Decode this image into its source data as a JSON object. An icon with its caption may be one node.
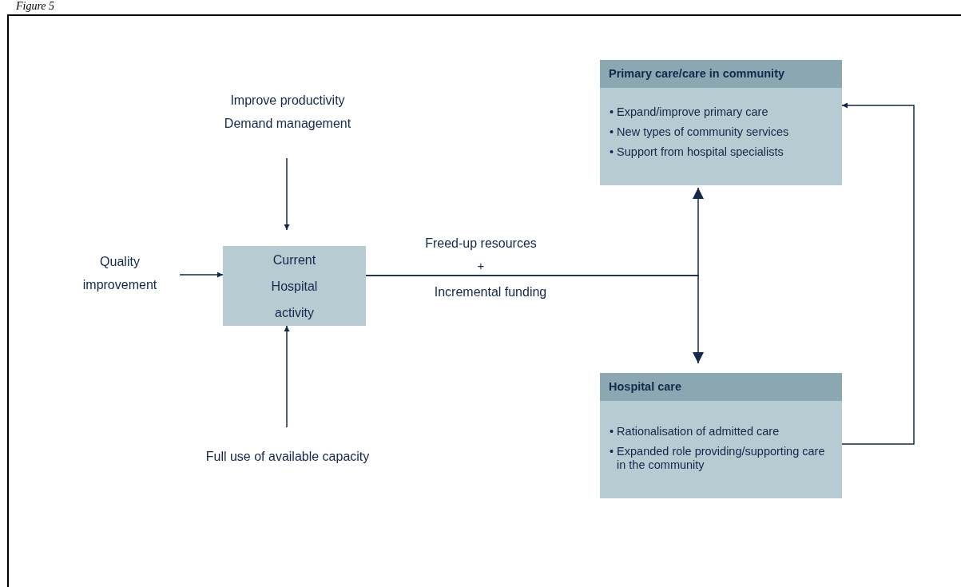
{
  "diagram": {
    "title": "Figure 5",
    "nodes": [
      {
        "text": [
          "Improve productivity",
          "Demand management"
        ]
      },
      {
        "text": [
          "Quality improvement"
        ]
      },
      {
        "text": [
          "Current Hospital activity"
        ]
      },
      {
        "text": [
          "Full use of available capacity"
        ]
      },
      {
        "text": [
          "Primary care/care in community",
          "• Expand/improve primary care",
          "• New types of community services",
          "• Support from hospital specialists"
        ]
      },
      {
        "text": [
          "Hospital care",
          "• Rationalisation of admitted care",
          "• Expanded role providing/supporting care in the community"
        ]
      }
    ],
    "edges": [
      {
        "from": 0,
        "to": 2,
        "arrow": "to"
      },
      {
        "from": 1,
        "to": 2,
        "arrow": "to"
      },
      {
        "from": 3,
        "to": 2,
        "arrow": "to"
      },
      {
        "from": 2,
        "to": 4,
        "arrow": "to"
      },
      {
        "from": 2,
        "to": 5,
        "arrow": "to"
      },
      {
        "from": 5,
        "to": 4,
        "arrow": "to"
      }
    ],
    "labels": [
      "Freed-up resources",
      "+",
      "Incremental funding"
    ]
  }
}
